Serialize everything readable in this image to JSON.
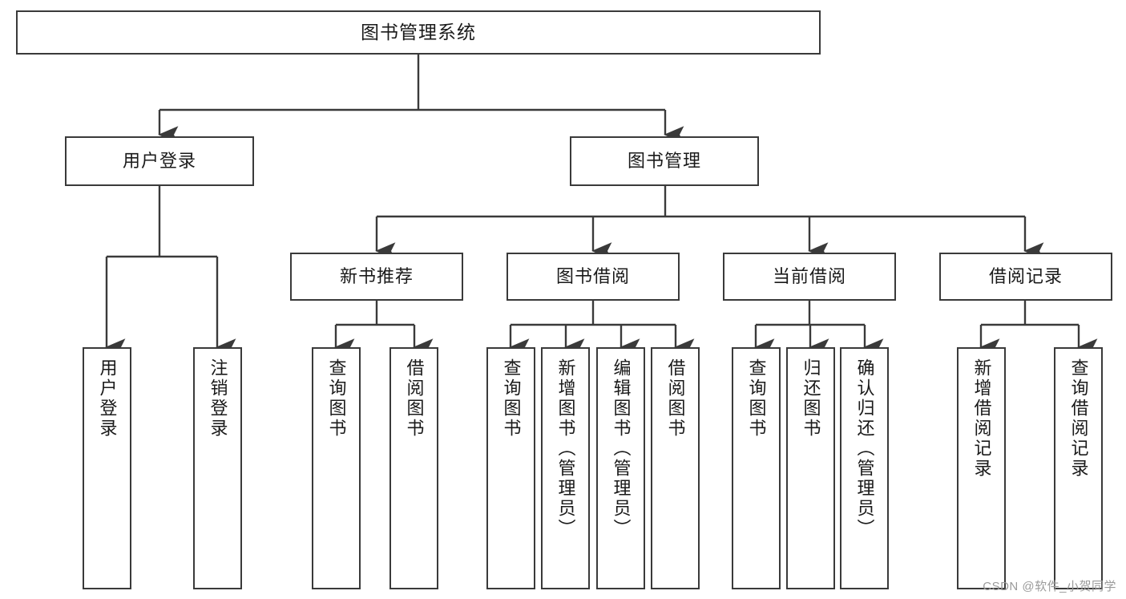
{
  "diagram": {
    "type": "tree-hierarchy",
    "title": "图书管理系统",
    "orientation": "top-down",
    "box_stroke_color": "#3a3a3a",
    "box_fill_color": "#ffffff",
    "text_color": "#1a1a1a",
    "levels": 4
  },
  "nodes": {
    "root": {
      "label": "图书管理系统"
    },
    "level2": [
      {
        "label": "用户登录"
      },
      {
        "label": "图书管理"
      }
    ],
    "level3": [
      {
        "label": "新书推荐"
      },
      {
        "label": "图书借阅"
      },
      {
        "label": "当前借阅"
      },
      {
        "label": "借阅记录"
      }
    ],
    "leaves": {
      "user_login": [
        {
          "label": "用户登录"
        },
        {
          "label": "注销登录"
        }
      ],
      "new_book_recommend": [
        {
          "label": "查询图书"
        },
        {
          "label": "借阅图书"
        }
      ],
      "book_borrow": [
        {
          "label": "查询图书"
        },
        {
          "label": "新增图书（管理员）"
        },
        {
          "label": "编辑图书（管理员）"
        },
        {
          "label": "借阅图书"
        }
      ],
      "current_borrow": [
        {
          "label": "查询图书"
        },
        {
          "label": "归还图书"
        },
        {
          "label": "确认归还（管理员）"
        }
      ],
      "borrow_record": [
        {
          "label": "新增借阅记录"
        },
        {
          "label": "查询借阅记录"
        }
      ]
    }
  },
  "watermark": {
    "text": "CSDN @软件_小贺同学"
  }
}
